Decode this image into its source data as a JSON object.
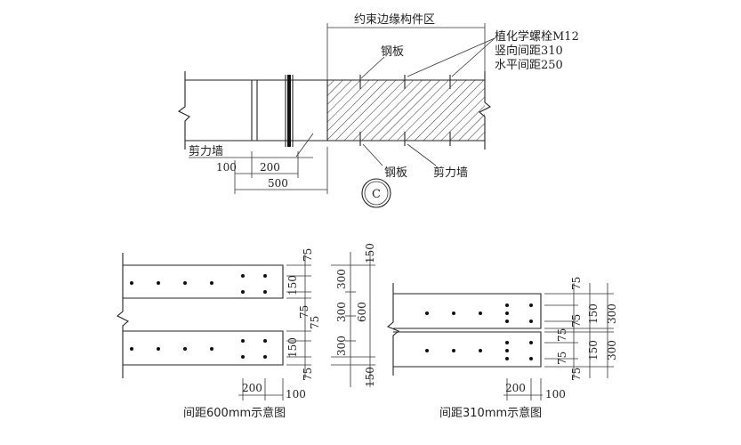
{
  "top": {
    "title": "约束边缘构件区",
    "bolt": [
      "植化学螺栓M12",
      "竖向间距310",
      "水平间距250"
    ],
    "steel_top": "钢板",
    "steel_bottom": "钢板",
    "wall_left": "剪力墙",
    "wall_right": "剪力墙",
    "dims": [
      "100",
      "200",
      "500"
    ],
    "circle": "C"
  },
  "left_detail": {
    "caption": "间距600mm示意图",
    "right_dims": [
      "75",
      "150",
      "75",
      "75",
      "150",
      "75"
    ],
    "side_dims": [
      "150",
      "300",
      "300",
      "600",
      "300",
      "150"
    ],
    "bottom_dims": [
      "200",
      "100"
    ]
  },
  "right_detail": {
    "caption": "间距310mm示意图",
    "right_dims_a": [
      "75",
      "75",
      "75",
      "75",
      "75"
    ],
    "right_dims_b": [
      "150",
      "150"
    ],
    "right_dims_c": [
      "300",
      "300"
    ],
    "bottom_dims": [
      "200",
      "100"
    ]
  }
}
